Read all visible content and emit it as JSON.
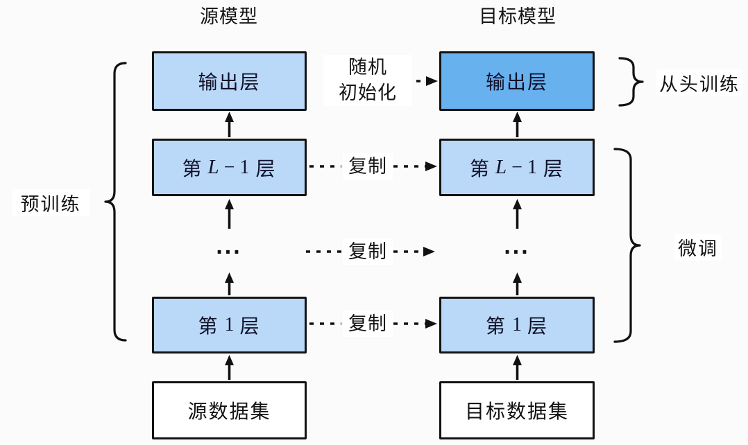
{
  "source": {
    "title": "源模型",
    "output_label": "输出层",
    "layer_top": {
      "pre": "第",
      "var": "L",
      "rest": "− 1",
      "post": "层"
    },
    "ellipsis": "...",
    "layer_one": {
      "pre": "第",
      "num": "1",
      "post": "层"
    },
    "dataset_label": "源数据集"
  },
  "target": {
    "title": "目标模型",
    "output_label": "输出层",
    "layer_top": {
      "pre": "第",
      "var": "L",
      "rest": "− 1",
      "post": "层"
    },
    "ellipsis": "...",
    "layer_one": {
      "pre": "第",
      "num": "1",
      "post": "层"
    },
    "dataset_label": "目标数据集"
  },
  "annotations": {
    "random_init_line1": "随机",
    "random_init_line2": "初始化",
    "copy_top": "复制",
    "copy_mid": "复制",
    "copy_bottom": "复制",
    "pretrain": "预训练",
    "train_from_scratch": "从头训练",
    "finetune": "微调"
  },
  "colors": {
    "layer_fill_light": "#bad9f8",
    "target_output_fill": "#67b1ee",
    "dataset_fill": "#ffffff",
    "box_border": "#131313",
    "box_text": "#10102a",
    "line_color": "#111111",
    "background": "#fbfbfb"
  }
}
